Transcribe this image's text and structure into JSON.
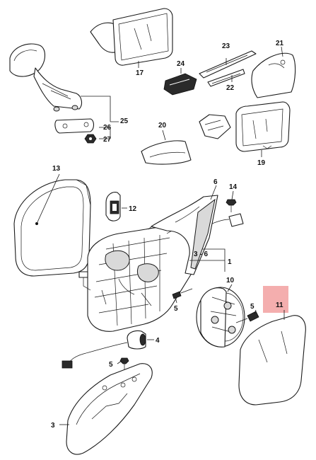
{
  "diagram": {
    "labels": {
      "l1": "1",
      "l3": "3",
      "l3_6": "3 - 6",
      "l4": "4",
      "l5a": "5",
      "l5b": "5",
      "l5c": "5",
      "l6": "6",
      "l10": "10",
      "l11": "11",
      "l12": "12",
      "l13": "13",
      "l14": "14",
      "l17": "17",
      "l19": "19",
      "l20": "20",
      "l21": "21",
      "l22": "22",
      "l23": "23",
      "l24": "24",
      "l25": "25",
      "l26": "26",
      "l27": "27"
    },
    "highlight_color": "#f2a0a0"
  }
}
